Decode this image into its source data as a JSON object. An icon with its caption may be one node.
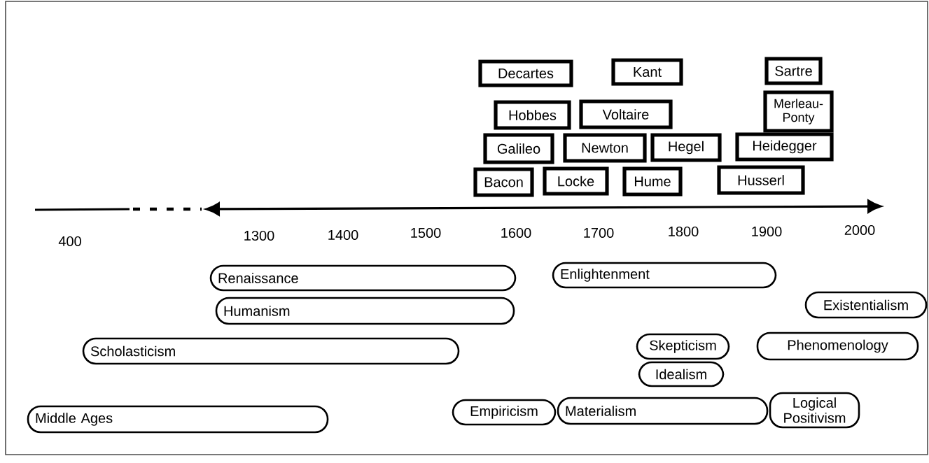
{
  "diagram": {
    "nodes": [
      {
        "text": [
          "Decartes"
        ]
      },
      {
        "text": [
          "Kant"
        ]
      },
      {
        "text": [
          "Sartre"
        ]
      },
      {
        "text": [
          "Hobbes"
        ]
      },
      {
        "text": [
          "Voltaire"
        ]
      },
      {
        "text": [
          "Merleau-Ponty"
        ]
      },
      {
        "text": [
          "Galileo"
        ]
      },
      {
        "text": [
          "Newton"
        ]
      },
      {
        "text": [
          "Hegel"
        ]
      },
      {
        "text": [
          "Heidegger"
        ]
      },
      {
        "text": [
          "Bacon"
        ]
      },
      {
        "text": [
          "Locke"
        ]
      },
      {
        "text": [
          "Hume"
        ]
      },
      {
        "text": [
          "Husserl"
        ]
      },
      {
        "text": [
          "Renaissance"
        ]
      },
      {
        "text": [
          "Enlightenment"
        ]
      },
      {
        "text": [
          "Humanism"
        ]
      },
      {
        "text": [
          "Existentialism"
        ]
      },
      {
        "text": [
          "Scholasticism"
        ]
      },
      {
        "text": [
          "Skepticism"
        ]
      },
      {
        "text": [
          "Phenomenology"
        ]
      },
      {
        "text": [
          "Idealism"
        ]
      },
      {
        "text": [
          "Middle Ages"
        ]
      },
      {
        "text": [
          "Empiricism"
        ]
      },
      {
        "text": [
          "Materialism"
        ]
      },
      {
        "text": [
          "Logical Positivism"
        ]
      }
    ],
    "edges": [],
    "labels": [
      "400",
      "1300",
      "1400",
      "1500",
      "1600",
      "1700",
      "1800",
      "1900",
      "2000"
    ]
  }
}
